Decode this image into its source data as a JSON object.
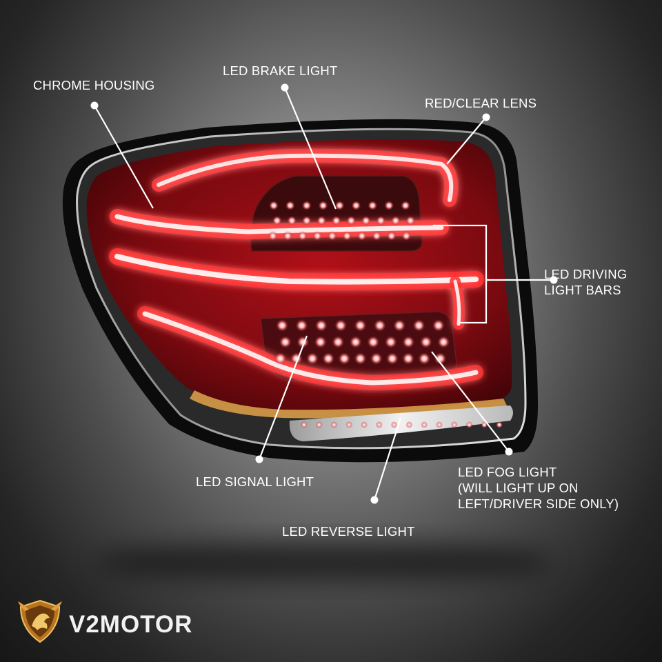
{
  "callouts": {
    "chrome_housing": "CHROME HOUSING",
    "brake_light": "LED BRAKE LIGHT",
    "lens": "RED/CLEAR LENS",
    "driving_bars": [
      "LED DRIVING",
      "LIGHT BARS"
    ],
    "signal_light": "LED SIGNAL LIGHT",
    "fog_light": [
      "LED FOG LIGHT",
      "(WILL LIGHT UP ON",
      "LEFT/DRIVER SIDE ONLY)"
    ],
    "reverse_light": "LED REVERSE LIGHT"
  },
  "brand": {
    "name": "V2MOTOR",
    "logo_icon": "winged-lion-shield-icon"
  },
  "colors": {
    "background": "#6e6e6e",
    "lamp_red": "#c8121c",
    "glow": "#ffe6e6",
    "label_text": "#ffffff"
  }
}
